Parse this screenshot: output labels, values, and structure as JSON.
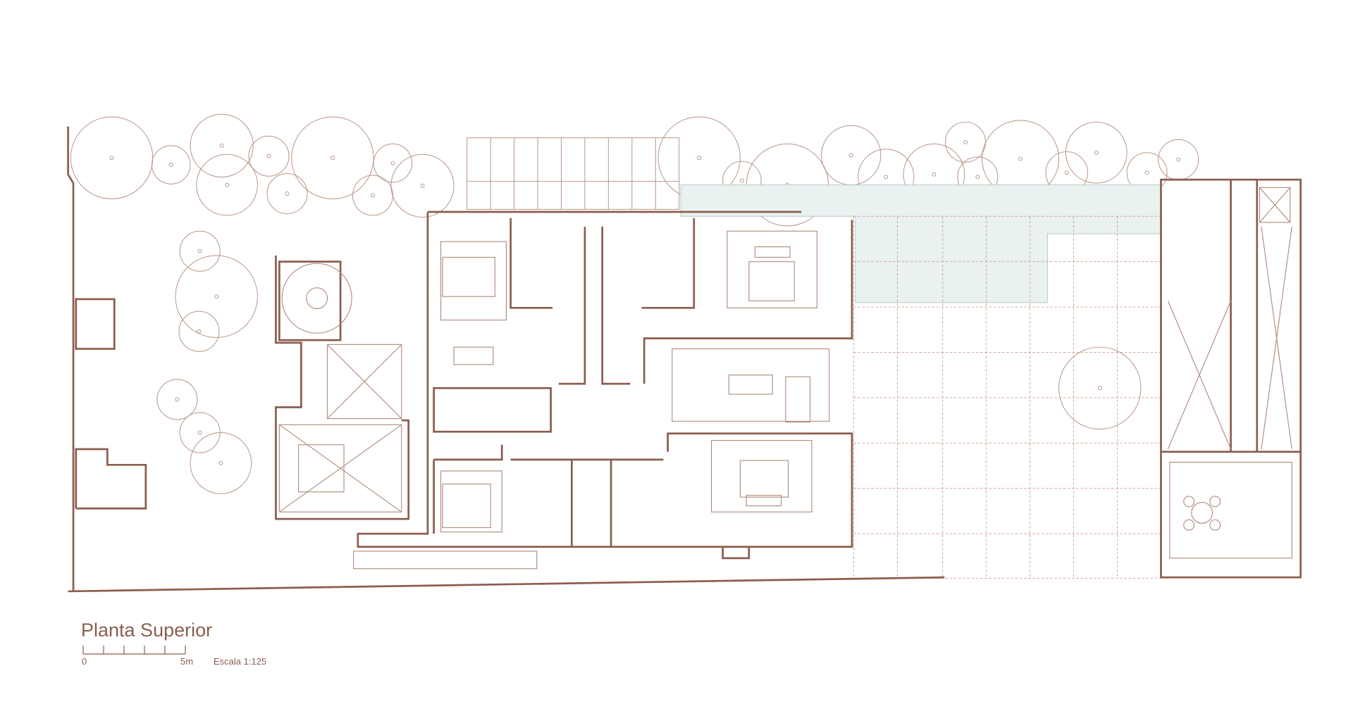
{
  "drawing": {
    "title": "Planta Superior",
    "scale_bar": {
      "start_label": "0",
      "end_label": "5m",
      "divisions": 5
    },
    "scale_text": "Escala 1:125"
  },
  "colors": {
    "lines": "#8b5e4f",
    "pool": "#e9f1f1"
  }
}
